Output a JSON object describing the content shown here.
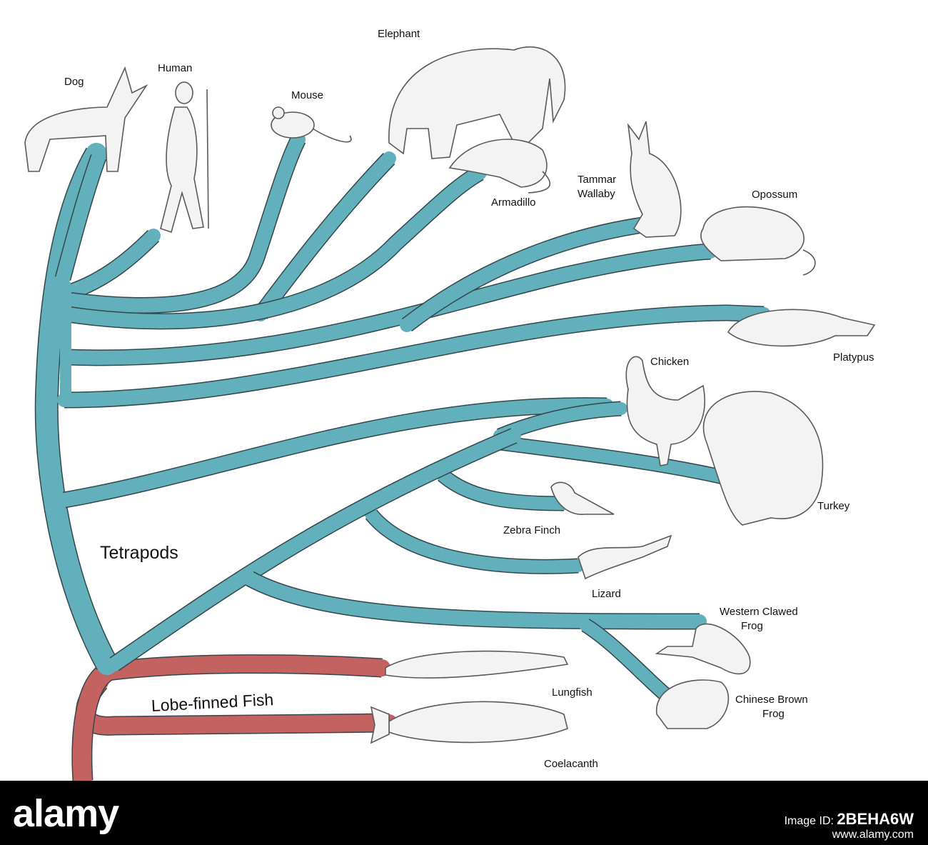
{
  "colors": {
    "tetrapod_branch": "#62b0bb",
    "fish_branch": "#c46262",
    "outline": "#34474b",
    "sketch": "#5a5a5a"
  },
  "group_labels": {
    "tetrapods": "Tetrapods",
    "lobe_finned_fish": "Lobe-finned Fish"
  },
  "species": {
    "dog": "Dog",
    "human": "Human",
    "mouse": "Mouse",
    "elephant": "Elephant",
    "armadillo": "Armadillo",
    "tammar_wallaby_1": "Tammar",
    "tammar_wallaby_2": "Wallaby",
    "opossum": "Opossum",
    "platypus": "Platypus",
    "chicken": "Chicken",
    "turkey": "Turkey",
    "zebra_finch": "Zebra Finch",
    "lizard": "Lizard",
    "western_clawed_frog_1": "Western Clawed",
    "western_clawed_frog_2": "Frog",
    "chinese_brown_frog_1": "Chinese Brown",
    "chinese_brown_frog_2": "Frog",
    "lungfish": "Lungfish",
    "coelacanth": "Coelacanth"
  },
  "stock_watermark": {
    "logo": "alamy",
    "image_id_prefix": "Image ID: ",
    "image_id": "2BEHA6W",
    "site": "www.alamy.com"
  }
}
